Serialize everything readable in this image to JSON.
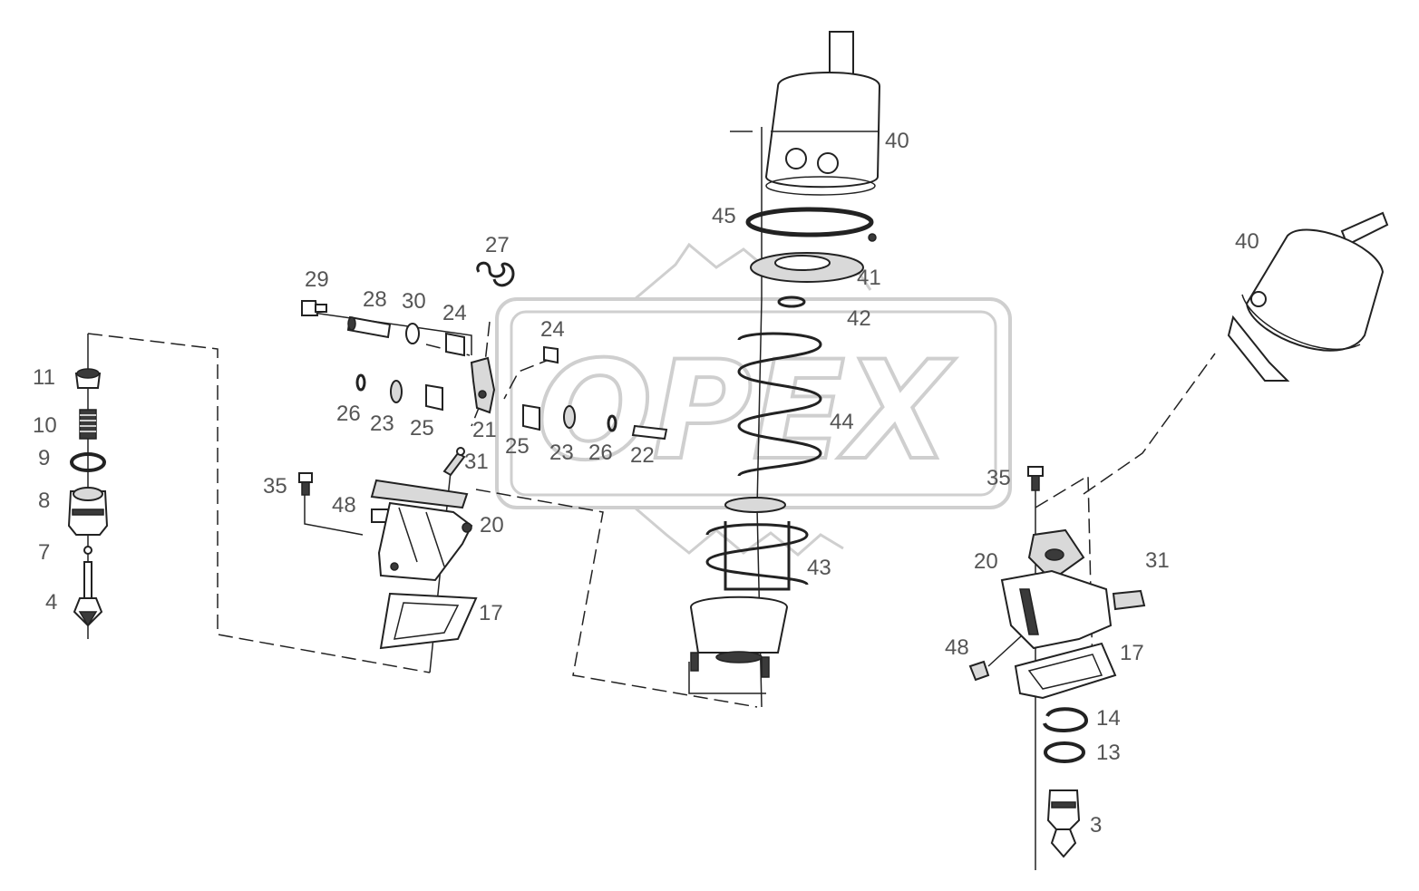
{
  "watermark": {
    "text": "OPEX"
  },
  "labels": {
    "p3": "3",
    "p4": "4",
    "p7": "7",
    "p8": "8",
    "p9": "9",
    "p10": "10",
    "p11": "11",
    "p13": "13",
    "p14": "14",
    "p17a": "17",
    "p17b": "17",
    "p20a": "20",
    "p20b": "20",
    "p21": "21",
    "p22": "22",
    "p23a": "23",
    "p23b": "23",
    "p24a": "24",
    "p24b": "24",
    "p25a": "25",
    "p25b": "25",
    "p26a": "26",
    "p26b": "26",
    "p27": "27",
    "p28": "28",
    "p29": "29",
    "p30": "30",
    "p31a": "31",
    "p31b": "31",
    "p35a": "35",
    "p35b": "35",
    "p40a": "40",
    "p40b": "40",
    "p41": "41",
    "p42": "42",
    "p43": "43",
    "p44": "44",
    "p45": "45",
    "p48a": "48",
    "p48b": "48"
  }
}
